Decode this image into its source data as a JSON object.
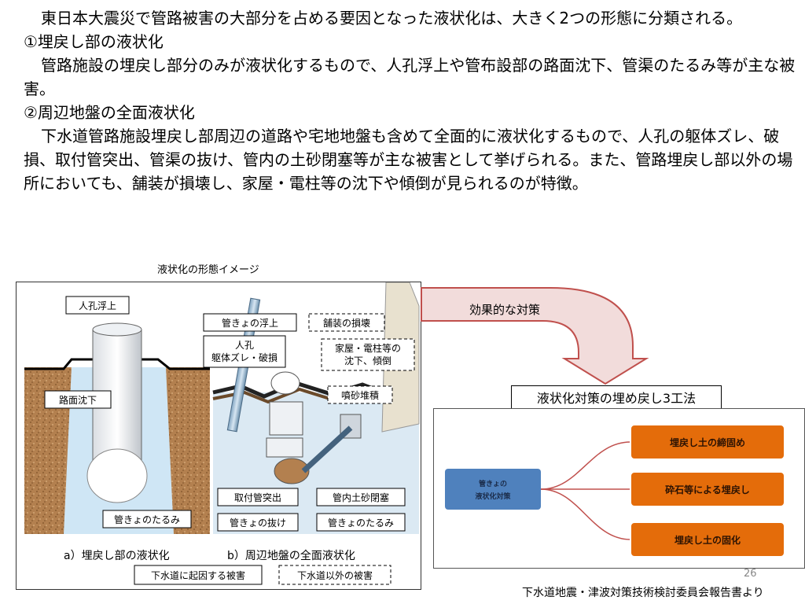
{
  "paragraphs": {
    "p1": "東日本大震災で管路被害の大部分を占める要因となった液状化は、大きく2つの形態に分類される。",
    "h1": "①埋戻し部の液状化",
    "p2": "管路施設の埋戻し部分のみが液状化するもので、人孔浮上や管布設部の路面沈下、管渠のたるみ等が主な被害。",
    "h2": "②周辺地盤の全面液状化",
    "p3": "下水道管路施設埋戻し部周辺の道路や宅地地盤も含めて全面的に液状化するもので、人孔の躯体ズレ、破損、取付管突出、管渠の抜け、管内の土砂閉塞等が主な被害として挙げられる。また、管路埋戻し部以外の場所においても、舗装が損壊し、家屋・電柱等の沈下や傾倒が見られるのが特徴。"
  },
  "figure_caption": "液状化の形態イメージ",
  "left_figure": {
    "label_manhole_float": "人孔浮上",
    "label_road_sink": "路面沈下",
    "label_pipe_sag_a": "管きょのたるみ",
    "label_pipe_float": "管きょの浮上",
    "label_pavement": "舗装の損壊",
    "label_manhole_dmg_1": "人孔",
    "label_manhole_dmg_2": "躯体ズレ・破損",
    "label_house_1": "家屋・電柱等の",
    "label_house_2": "沈下、傾倒",
    "label_sand": "噴砂堆積",
    "label_lateral": "取付管突出",
    "label_sediment": "管内土砂閉塞",
    "label_pullout": "管きょの抜け",
    "label_pipe_sag_b": "管きょのたるみ",
    "caption_a": "a）埋戻し部の液状化",
    "caption_b": "b）周辺地盤の全面液状化",
    "legend_sewer": "下水道に起因する被害",
    "legend_other": "下水道以外の被害"
  },
  "effect_label": "効果的な対策",
  "method_title": "液状化対策の埋め戻し3工法",
  "right_figure": {
    "center": [
      "管きょの",
      "液状化対策"
    ],
    "methods": [
      "埋戻し土の締固め",
      "砕石等による埋戻し",
      "埋戻し土の固化"
    ]
  },
  "page_number": "26",
  "source": "下水道地震・津波対策技術検討委員会報告書より",
  "colors": {
    "arrow_fill": "#f2dcdb",
    "arrow_stroke": "#c0504d",
    "orange": "#e46c0a",
    "center_box": "#4f81bd",
    "soil": "#b3804f",
    "water": "#cfe6f5"
  }
}
